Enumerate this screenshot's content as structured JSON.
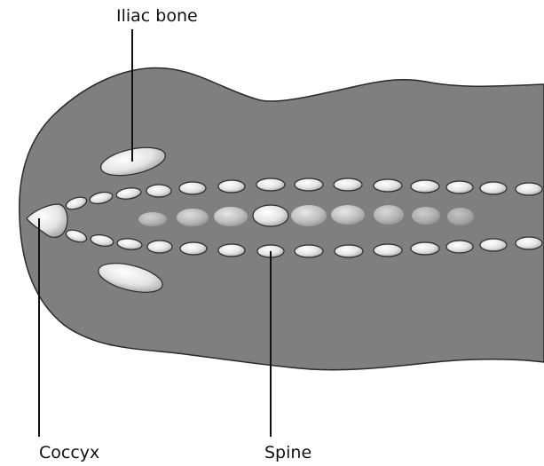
{
  "labels": {
    "iliac_bone": "Iliac bone",
    "coccyx": "Coccyx",
    "spine": "Spine"
  },
  "colors": {
    "tissue": "#7f7f80",
    "tissue_outline": "#2a2a2a",
    "bone_light": "#f4f4f4",
    "bone_dark": "#9a9a9a",
    "line": "#111111"
  }
}
